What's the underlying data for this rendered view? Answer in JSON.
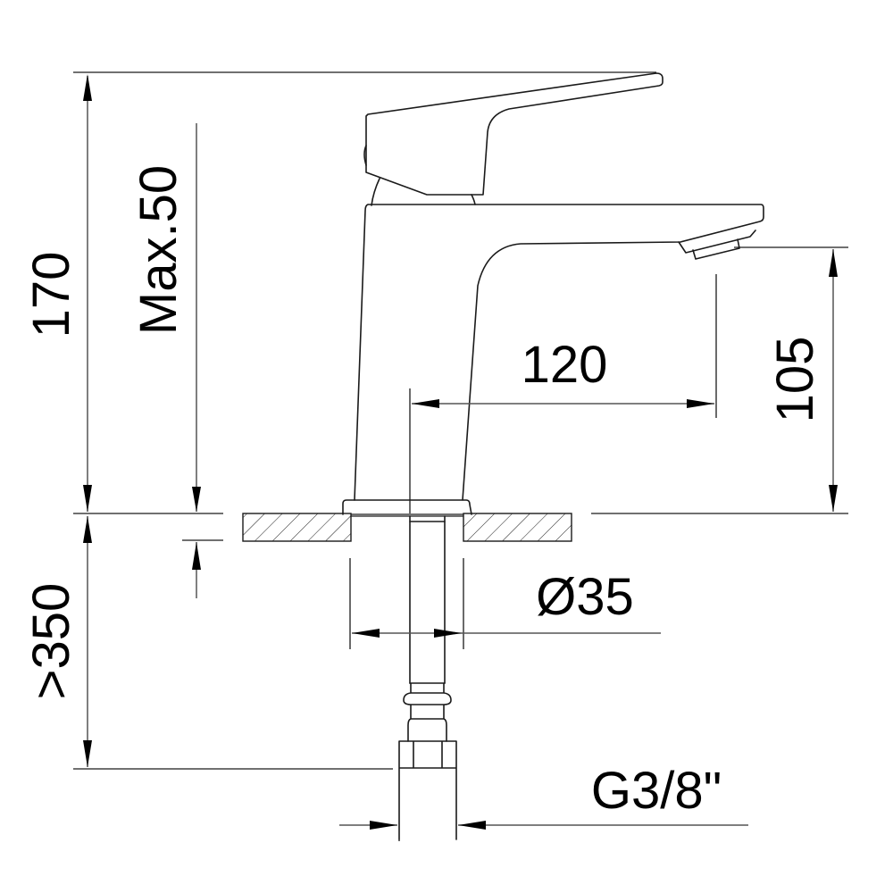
{
  "drawing": {
    "subject": "Single-lever basin mixer faucet — dimensional side view",
    "units": "mm",
    "colors": {
      "line": "#1a1a1a",
      "dimension_line": "#555555",
      "background": "#ffffff"
    }
  },
  "dimensions": {
    "total_height": {
      "label": "170",
      "orientation": "vertical"
    },
    "max_deck_thickness": {
      "label": "Max.50",
      "orientation": "vertical"
    },
    "spout_height": {
      "label": "105",
      "orientation": "vertical"
    },
    "spout_reach": {
      "label": "120",
      "orientation": "horizontal"
    },
    "hole_diameter": {
      "label": "Ø35",
      "orientation": "horizontal"
    },
    "hose_length": {
      "label": ">350",
      "orientation": "vertical"
    },
    "connection_thread": {
      "label": "G3/8\"",
      "orientation": "horizontal"
    }
  }
}
